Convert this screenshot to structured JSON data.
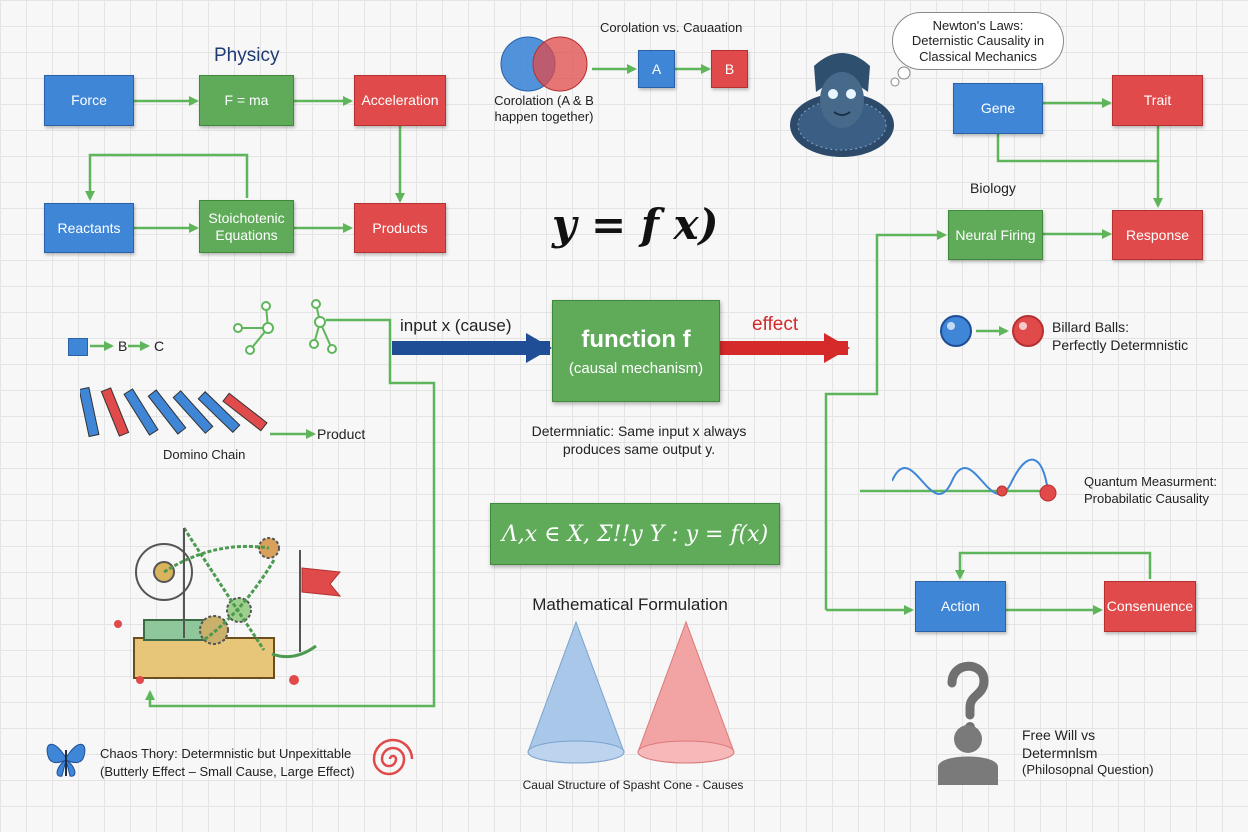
{
  "physics": {
    "title": "Physicy",
    "force": "Force",
    "fma": "F = ma",
    "acceleration": "Acceleration",
    "reactants": "Reactants",
    "stoichiometric": "Stoichotenic Equations",
    "products": "Products"
  },
  "correlation": {
    "title": "Corolation vs. Cauaation",
    "a": "A",
    "b": "B",
    "caption_line1": "Corolation (A & B",
    "caption_line2": "happen together)"
  },
  "newton": {
    "line1": "Newton's Laws:",
    "line2": "Deternistic Causality in",
    "line3": "Classical Mechanics"
  },
  "biology": {
    "gene": "Gene",
    "trait": "Trait",
    "title": "Biology",
    "neural": "Neural Firing",
    "response": "Response"
  },
  "formula": {
    "main": "y = f x)",
    "input_label": "input x (cause)",
    "function_title": "function f",
    "function_sub": "(causal mechanism)",
    "effect_label": "effect",
    "deterministic_line1": "Determniatic: Same input x always",
    "deterministic_line2": "produces same output y.",
    "math_expression": "Λ,x ∈ X, Σ!!y Y : y = f(x)",
    "math_title": "Mathematical Formulation",
    "cone_caption": "Caual Structure of Spasht Cone - Causes"
  },
  "left": {
    "abc_b": "B",
    "abc_c": "C",
    "product": "Product",
    "domino_chain": "Domino Chain",
    "chaos_line1": "Chaos Thory: Determnistic but Unpexittable",
    "chaos_line2": "(Butterly Effect – Small Cause, Large Effect)"
  },
  "right": {
    "billiard_line1": "Billard Balls:",
    "billiard_line2": "Perfectly Determnistic",
    "quantum_line1": "Quantum Measurment:",
    "quantum_line2": "Probabilatic Causality",
    "action": "Action",
    "consequence": "Consenuence",
    "freewill_line1": "Free Will vs",
    "freewill_line2": "Determnlsm",
    "freewill_line3": "(Philosopnal Question)"
  },
  "colors": {
    "blue": "#3f86d6",
    "green": "#5fab5a",
    "red": "#e04a4a",
    "arrow_green": "#5fb65a",
    "input_arrow": "#1f4e96",
    "effect_arrow": "#d42a2a"
  },
  "icons": [
    "venn-diagram-icon",
    "robot-face-icon",
    "thought-bubble-icon",
    "molecule-icon",
    "domino-icon",
    "machine-icon",
    "flag-icon",
    "butterfly-icon",
    "spiral-icon",
    "billiard-ball-icon",
    "wave-icon",
    "cone-icon",
    "person-question-icon"
  ]
}
